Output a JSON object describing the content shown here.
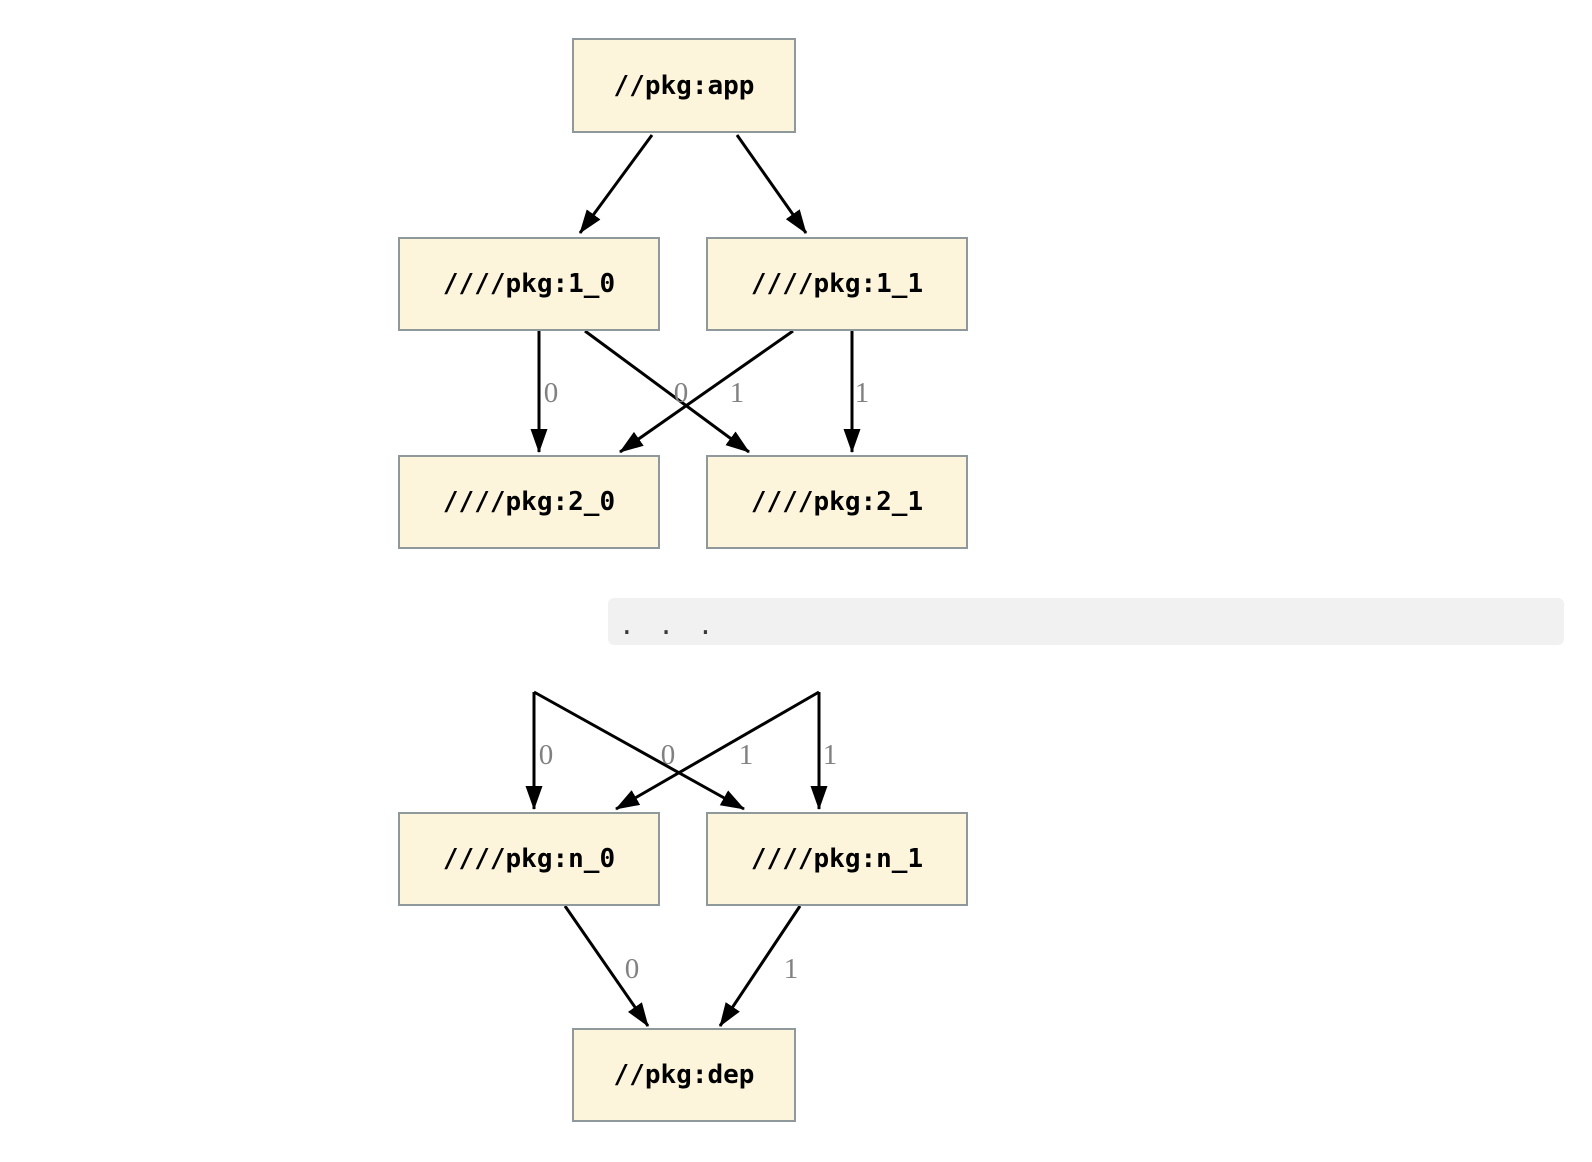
{
  "colors": {
    "node_fill": "#fcf5dc",
    "node_border": "#8f989a",
    "edge": "#000000",
    "edge_label": "#818181",
    "node_text": "#000000",
    "ellipsis_bg": "#f1f1f1",
    "ellipsis_text": "#3a3a3a",
    "background": "#ffffff"
  },
  "nodes": {
    "app": {
      "label": "//pkg:app"
    },
    "pkg1_0": {
      "label": "////pkg:1_0"
    },
    "pkg1_1": {
      "label": "////pkg:1_1"
    },
    "pkg2_0": {
      "label": "////pkg:2_0"
    },
    "pkg2_1": {
      "label": "////pkg:2_1"
    },
    "pkgn_0": {
      "label": "////pkg:n_0"
    },
    "pkgn_1": {
      "label": "////pkg:n_1"
    },
    "dep": {
      "label": "//pkg:dep"
    }
  },
  "edge_labels": {
    "upper": [
      "0",
      "0",
      "1",
      "1"
    ],
    "lower": [
      "0",
      "0",
      "1",
      "1"
    ],
    "bottom": [
      "0",
      "1"
    ]
  },
  "ellipsis": {
    "text": ". . ."
  }
}
